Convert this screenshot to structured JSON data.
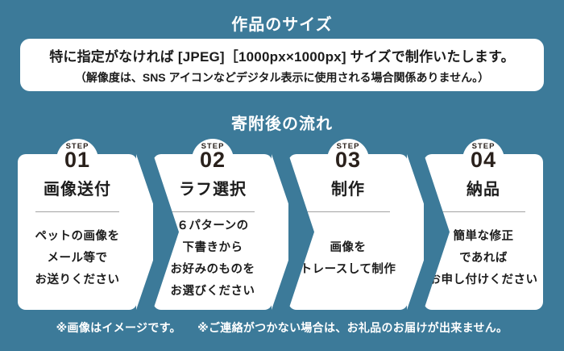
{
  "colors": {
    "background": "#3C7A99",
    "card_background": "#ffffff",
    "step_number_text": "#2A211C",
    "body_text": "#1c1c1c",
    "divider": "#A3A3A3",
    "header_text": "#ffffff"
  },
  "size_section": {
    "title": "作品のサイズ",
    "line1": "特に指定がなければ [JPEG]［1000px×1000px] サイズで制作いたします。",
    "line2": "（解像度は、SNS アイコンなどデジタル表示に使用される場合関係ありません。）"
  },
  "flow_section": {
    "title": "寄附後の流れ",
    "steps": [
      {
        "step_label": "STEP",
        "number": "01",
        "title": "画像送付",
        "lines": [
          "ペットの画像を",
          "メール等で",
          "お送りください"
        ]
      },
      {
        "step_label": "STEP",
        "number": "02",
        "title": "ラフ選択",
        "lines": [
          "６パターンの",
          "下書きから",
          "お好みのものを",
          "お選びください"
        ]
      },
      {
        "step_label": "STEP",
        "number": "03",
        "title": "制作",
        "lines": [
          "画像を",
          "トレースして制作"
        ]
      },
      {
        "step_label": "STEP",
        "number": "04",
        "title": "納品",
        "lines": [
          "簡単な修正",
          "であれば",
          "お申し付けください"
        ]
      }
    ]
  },
  "footer": {
    "note1": "※画像はイメージです。",
    "note2": "※ご連絡がつかない場合は、お礼品のお届けが出来ません。"
  }
}
